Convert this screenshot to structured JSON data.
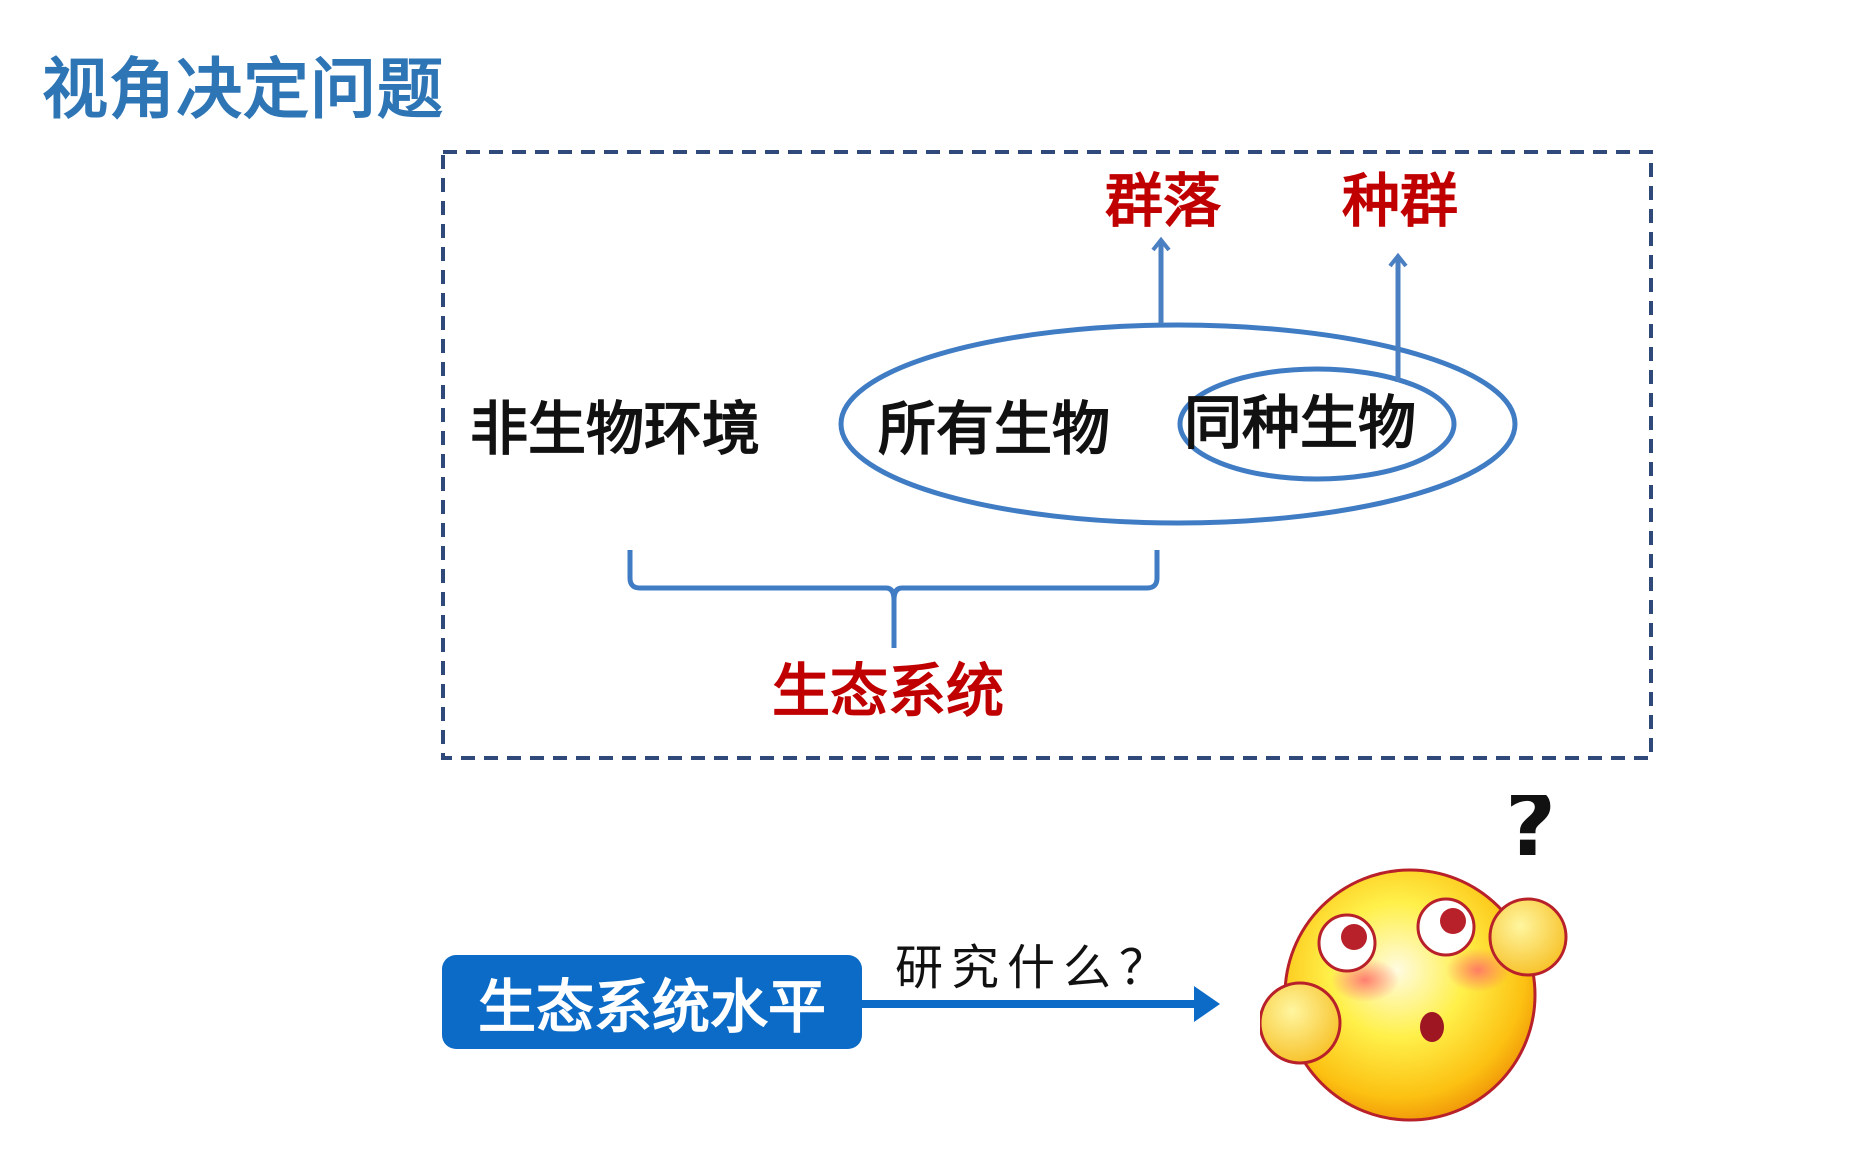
{
  "title": "视角决定问题",
  "diagram": {
    "abiotic_label": "非生物环境",
    "all_organisms_label": "所有生物",
    "same_species_label": "同种生物",
    "community_label": "群落",
    "population_label": "种群",
    "ecosystem_label": "生态系统"
  },
  "bottom": {
    "level_label": "生态系统水平",
    "question": "研究什么？"
  },
  "colors": {
    "title_blue": "#2e75b6",
    "accent_red": "#c00000",
    "line_blue": "#4a7fc1",
    "box_blue": "#0b6bc6",
    "dash_border": "#2f4a7a"
  },
  "icons": {
    "thinking_face": "thinking-face-icon",
    "question_mark": "question-mark-icon"
  }
}
